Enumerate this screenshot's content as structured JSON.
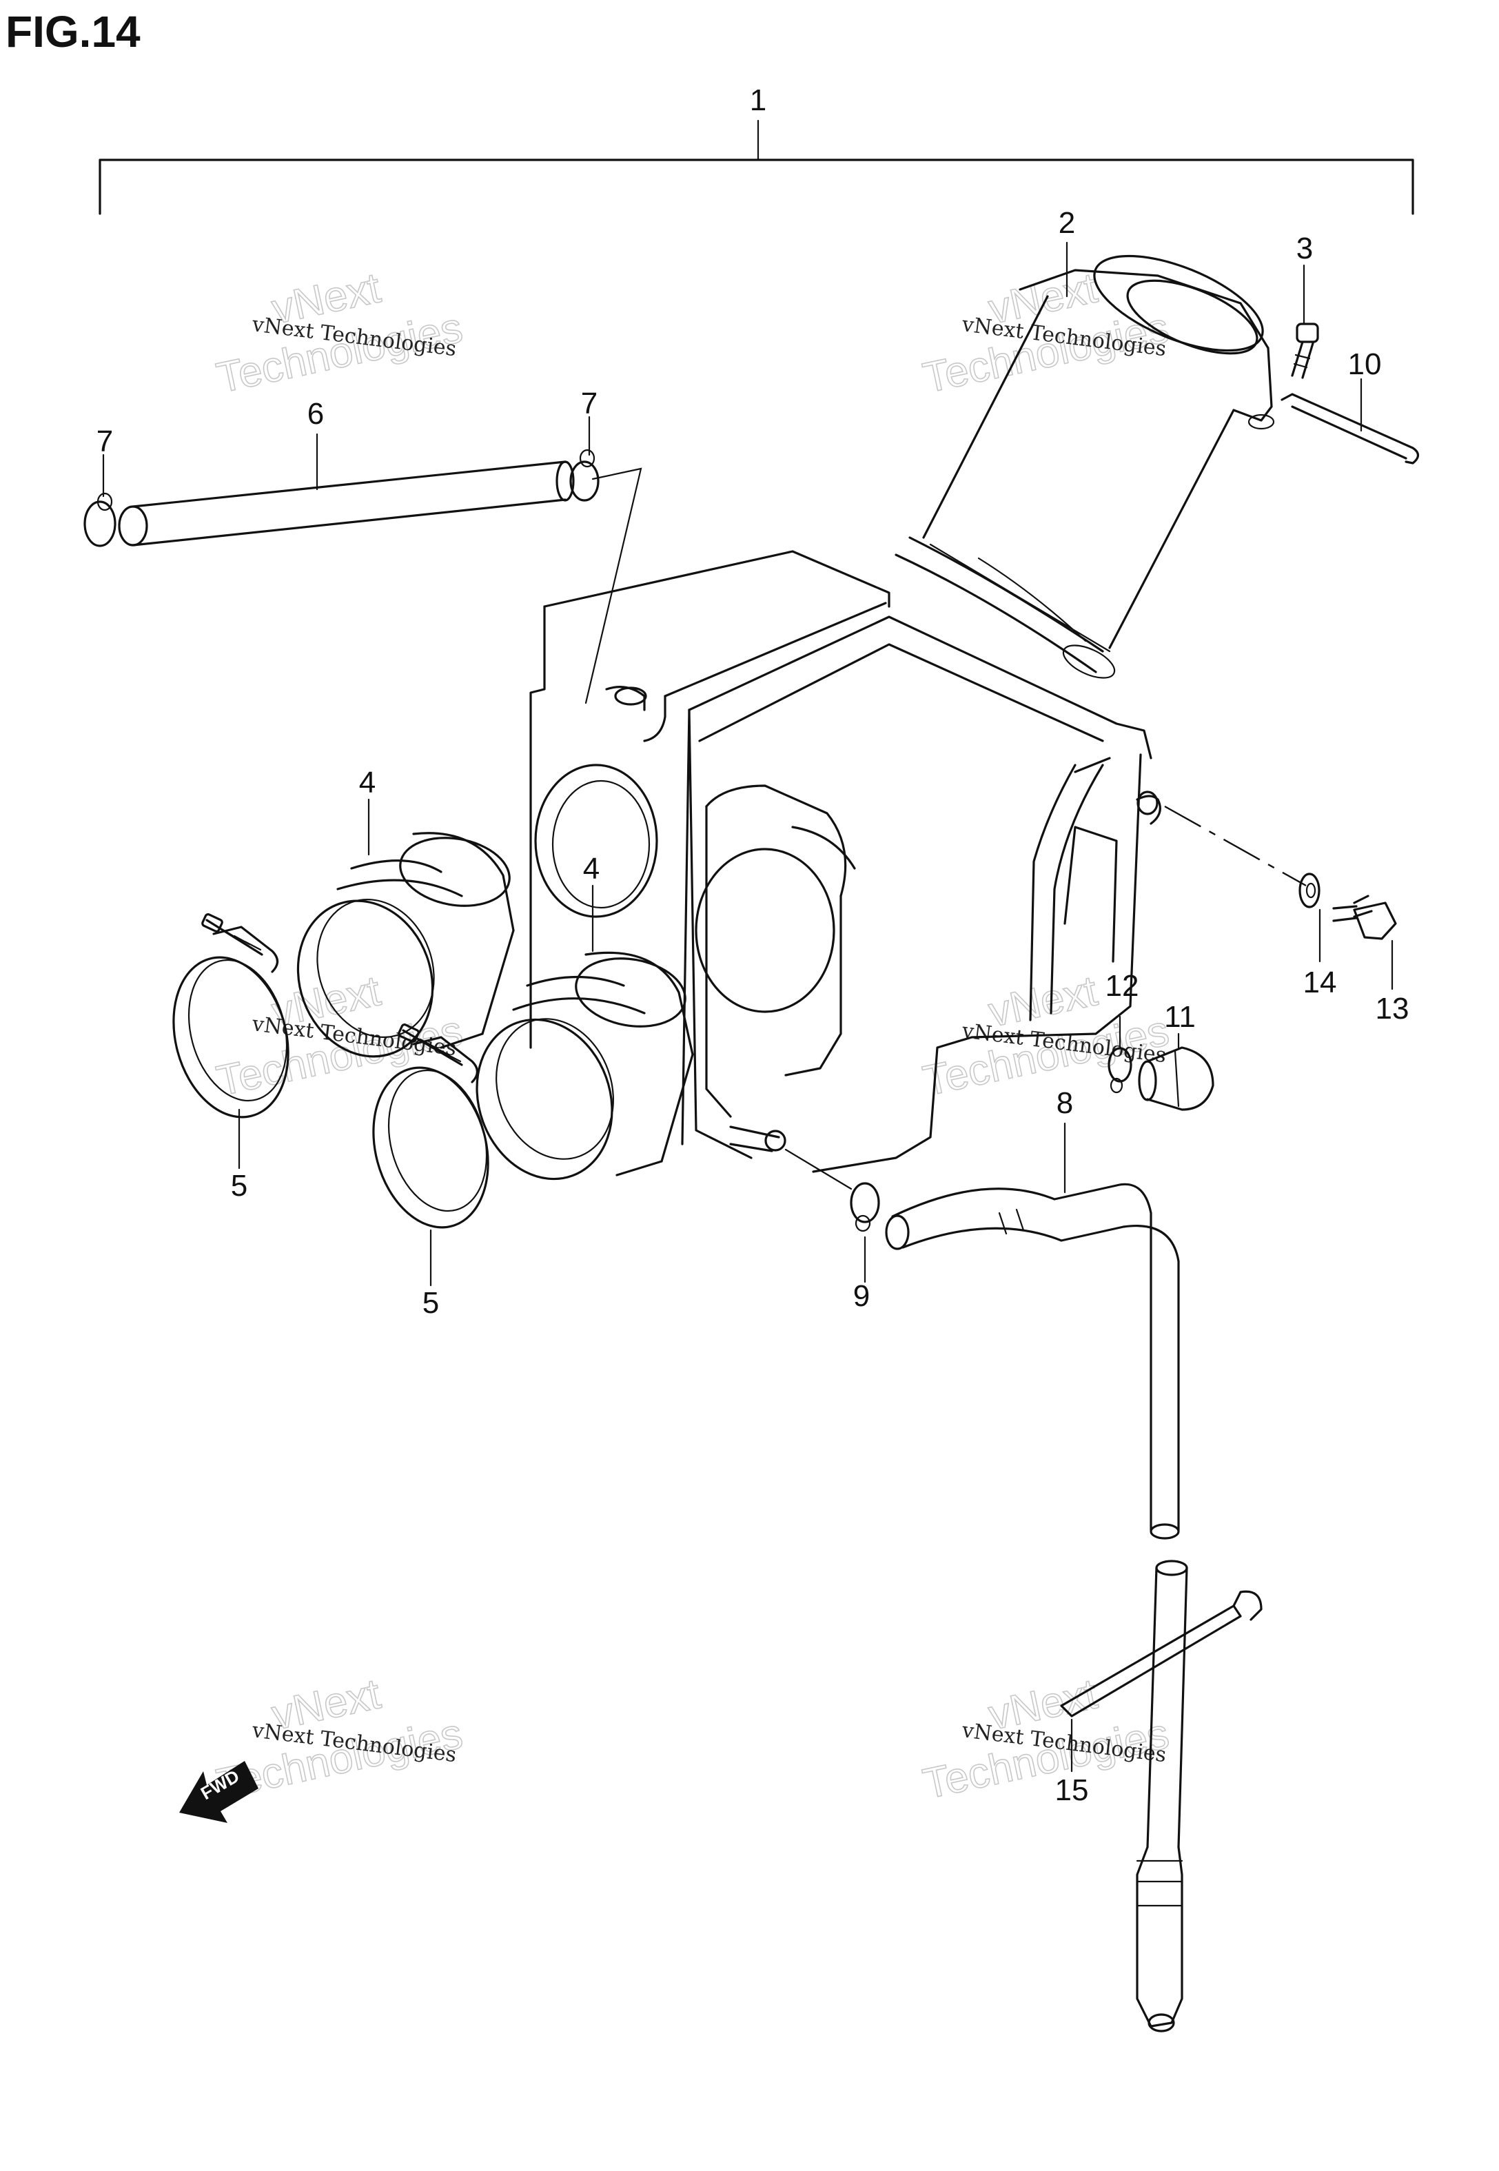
{
  "figure": {
    "title": "FIG.14"
  },
  "watermark": {
    "line1": "vNext",
    "line2": "Technologies",
    "small": "vNext Technologies"
  },
  "direction_marker": {
    "label": "FWD"
  },
  "callouts": {
    "c1": "1",
    "c2": "2",
    "c3": "3",
    "c4a": "4",
    "c4b": "4",
    "c5a": "5",
    "c5b": "5",
    "c6": "6",
    "c7a": "7",
    "c7b": "7",
    "c8": "8",
    "c9": "9",
    "c10": "10",
    "c11": "11",
    "c12": "12",
    "c13": "13",
    "c14": "14",
    "c15": "15"
  }
}
